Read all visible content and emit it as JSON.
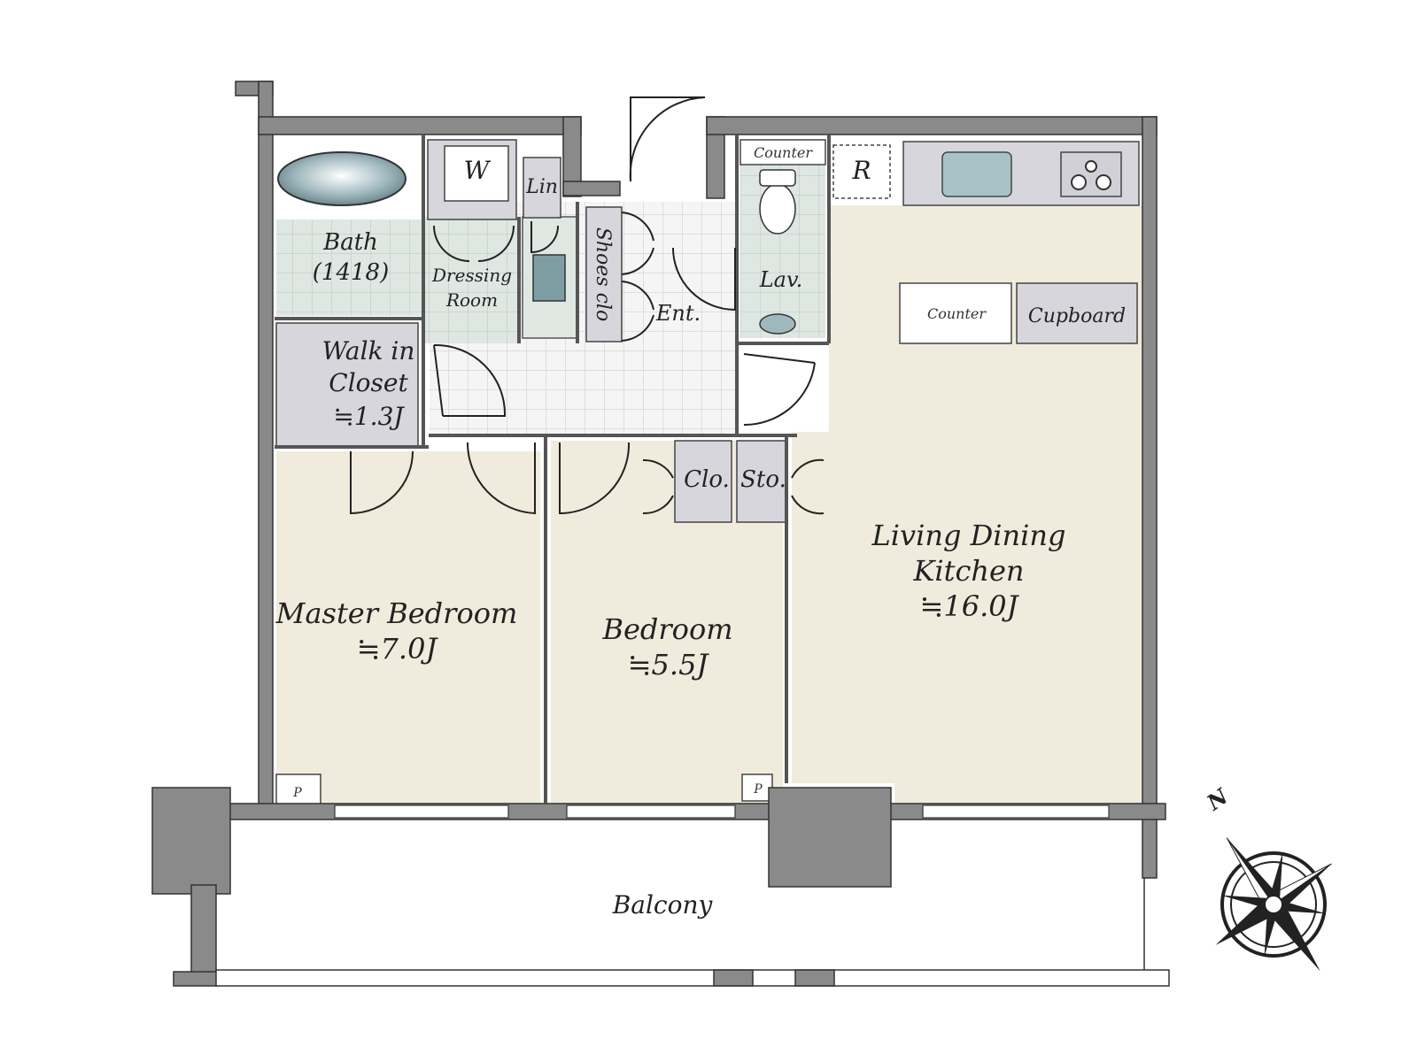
{
  "colors": {
    "wall": "#8a8a8a",
    "wall_edge": "#333333",
    "room_fill": "#f0ebdc",
    "wet_fill": "#dfe7e3",
    "storage_fill": "#d6d6dc",
    "tile_fill": "#f4f4f4",
    "counter_fill": "#ffffff"
  },
  "rooms": {
    "bath": {
      "name": "Bath",
      "size": "(1418)"
    },
    "washer": {
      "name": "W"
    },
    "linen": {
      "name": "Lin"
    },
    "dressing": {
      "line1": "Dressing",
      "line2": "Room"
    },
    "shoes": {
      "name": "Shoes clo"
    },
    "entrance": {
      "name": "Ent."
    },
    "lavatory": {
      "name": "Lav."
    },
    "counter_top": {
      "name": "Counter"
    },
    "fridge": {
      "name": "R"
    },
    "counter_mid": {
      "name": "Counter"
    },
    "cupboard": {
      "name": "Cupboard"
    },
    "walk_in_closet": {
      "line1": "Walk in",
      "line2": "Closet",
      "size": "≒1.3J"
    },
    "closet": {
      "name": "Clo."
    },
    "storage": {
      "name": "Sto."
    },
    "ldk": {
      "line1": "Living Dining",
      "line2": "Kitchen",
      "size": "≒16.0J"
    },
    "master_bedroom": {
      "name": "Master Bedroom",
      "size": "≒7.0J"
    },
    "bedroom": {
      "name": "Bedroom",
      "size": "≒5.5J"
    },
    "pipe_space_1": {
      "name": "P"
    },
    "pipe_space_2": {
      "name": "P"
    },
    "balcony": {
      "name": "Balcony"
    }
  },
  "compass": {
    "north_label": "N"
  }
}
